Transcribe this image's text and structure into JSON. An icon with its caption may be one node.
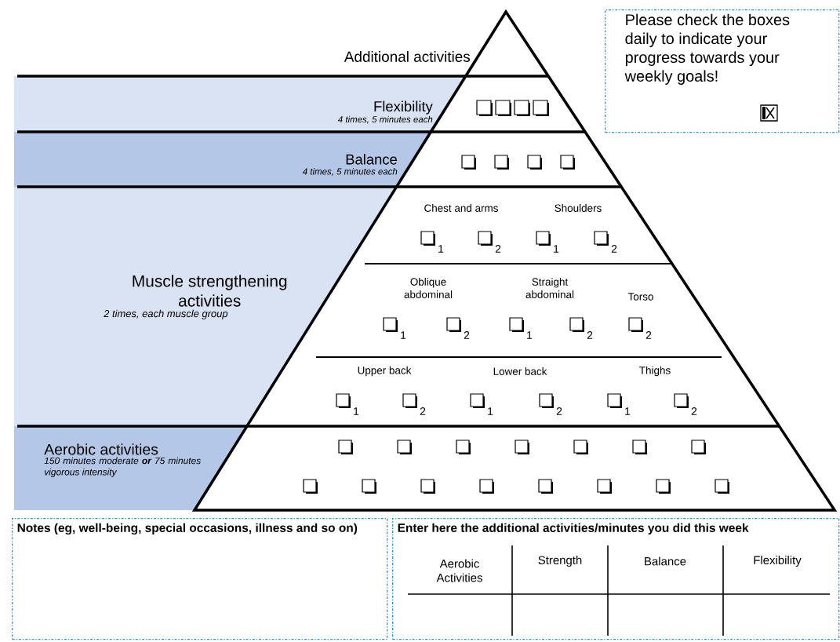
{
  "diagram": {
    "nodes": [
      {
        "text": [
          "Flexibility",
          "4 times, 5 minutes each"
        ]
      },
      {
        "text": [
          "Balance",
          "4 times, 5 minutes each"
        ]
      },
      {
        "text": [
          "Muscle strengthening activities",
          "2 times, each muscle group"
        ]
      },
      {
        "text": [
          "Aerobic activities",
          "150 minutes moderate **or** 75 minutes vigorous intensity"
        ]
      },
      {
        "text": [
          "Please check the boxes daily to indicate your progress towards your weekly goals!"
        ]
      },
      {
        "text": [
          "Notes (eg, well-being, special occasions, illness and so on)"
        ]
      },
      {
        "text": [
          "Enter here the additional activities/minutes you did this week"
        ]
      }
    ],
    "labels": [
      "Additional activities",
      "Chest and arms",
      "Shoulders",
      "1",
      "2",
      "1",
      "2",
      "Oblique abdominal",
      "Straight abdominal",
      "Torso",
      "1",
      "2",
      "1",
      "2",
      "2",
      "Upper back",
      "Lower back",
      "Thighs",
      "1",
      "2",
      "1",
      "2",
      "1",
      "2",
      "Aerobic Activities",
      "Strength",
      "Balance",
      "Flexibility"
    ]
  }
}
